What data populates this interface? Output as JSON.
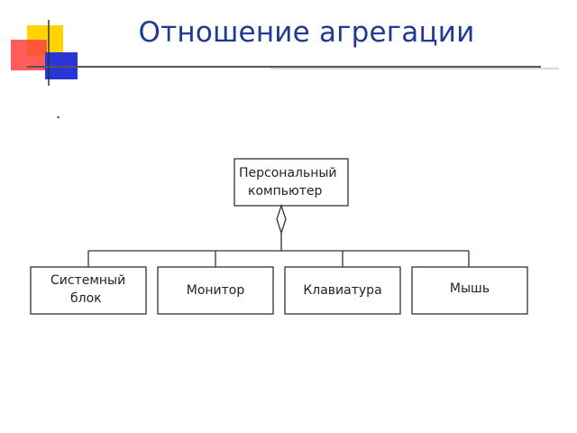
{
  "slide": {
    "title": "Отношение агрегации",
    "bullet": "."
  },
  "colors": {
    "title": "#1f3a93",
    "accent_yellow": "#ffd400",
    "accent_red": "#ff3b3b",
    "accent_blue": "#2430d6",
    "line": "#333333"
  },
  "diagram": {
    "whole": {
      "line1": "Персональный",
      "line2": "компьютер"
    },
    "parts": [
      {
        "line1": "Системный",
        "line2": "блок"
      },
      {
        "line1": "Монитор",
        "line2": ""
      },
      {
        "line1": "Клавиатура",
        "line2": ""
      },
      {
        "line1": "Мышь",
        "line2": ""
      }
    ],
    "relation": "aggregation-diamond"
  }
}
